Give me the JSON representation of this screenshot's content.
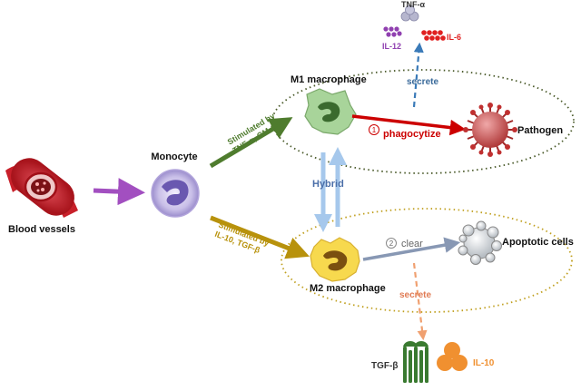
{
  "labels": {
    "blood_vessels": "Blood vessels",
    "monocyte": "Monocyte",
    "m1_macrophage": "M1 macrophage",
    "m2_macrophage": "M2 macrophage",
    "pathogen": "Pathogen",
    "apoptotic_cells": "Apoptotic cells",
    "hybrid": "Hybrid",
    "stim_m1_line1": "Stimulated by",
    "stim_m1_line2": "TNF-α, GM-CSF",
    "stim_m2_line1": "Stimulated by",
    "stim_m2_line2": "IL-10, TGF-β",
    "phagocytize_num": "1",
    "phagocytize": "phagocytize",
    "clear_num": "2",
    "clear": "clear",
    "secrete_m1": "secrete",
    "secrete_m2": "secrete",
    "tnf_alpha": "TNF-α",
    "il12": "IL-12",
    "il6": "IL-6",
    "tgf_beta": "TGF-β",
    "il10": "IL-10"
  },
  "colors": {
    "vessel_red": "#c8202a",
    "monocyte_purple": "#8a78c8",
    "m1_green": "#9ccc8a",
    "m2_yellow": "#f5d04a",
    "arrow_purple": "#a24fc0",
    "arrow_green": "#4f7c2e",
    "arrow_gold": "#b8920c",
    "arrow_red": "#cc0000",
    "arrow_slate": "#8898b4",
    "arrow_blue_dashed": "#3a7ab8",
    "arrow_orange_dashed": "#f0a070",
    "hybrid_blue": "#a6c8ec",
    "il6_red": "#e02020",
    "il12_purple": "#9040b0",
    "il10_orange": "#f09030",
    "tgf_green": "#3a7a30"
  },
  "icons": [
    "blood-vessel-icon",
    "monocyte-cell-icon",
    "m1-macrophage-cell-icon",
    "m2-macrophage-cell-icon",
    "pathogen-virus-icon",
    "apoptotic-cell-icon",
    "tnf-alpha-molecule-icon",
    "il12-molecule-icon",
    "il6-molecule-icon",
    "tgf-beta-receptor-icon",
    "il10-molecule-icon"
  ]
}
